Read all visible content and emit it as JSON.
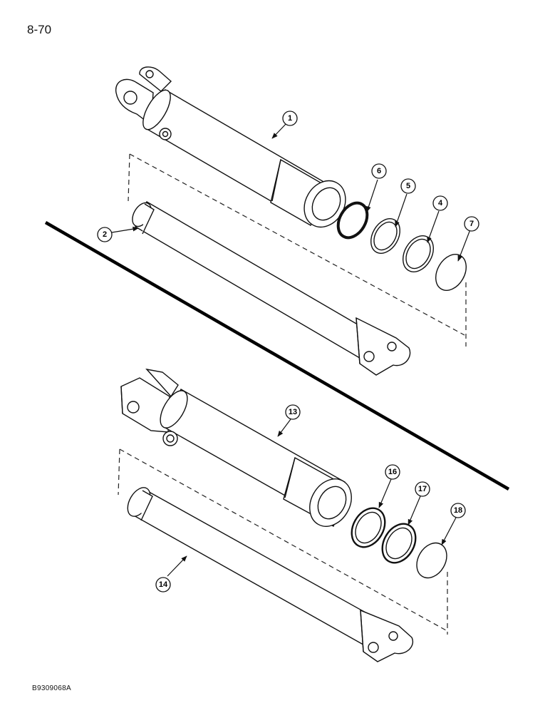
{
  "page": {
    "number": "8-70",
    "figure_code": "B9309068A"
  },
  "callouts": {
    "c1": "1",
    "c2": "2",
    "c4": "4",
    "c5": "5",
    "c6": "6",
    "c7": "7",
    "c13": "13",
    "c14": "14",
    "c16": "16",
    "c17": "17",
    "c18": "18"
  }
}
